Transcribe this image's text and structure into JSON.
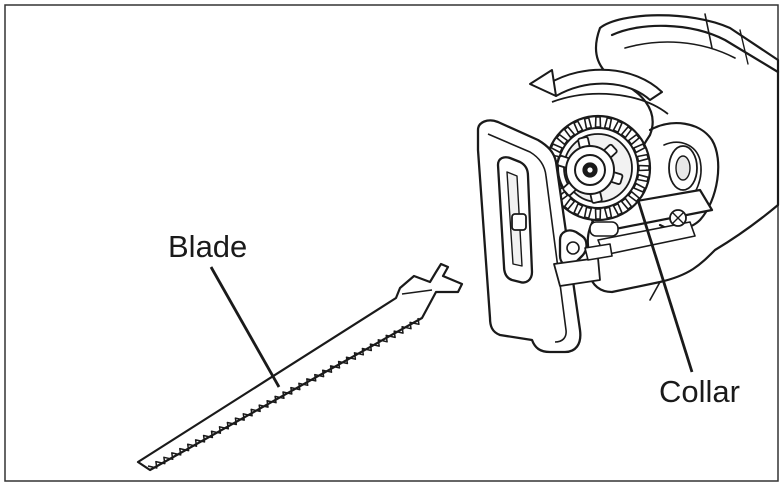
{
  "figure": {
    "labels": {
      "blade": "Blade",
      "collar": "Collar"
    },
    "parts": [
      "blade",
      "collar",
      "shoe",
      "saw-body",
      "rotation-arrow"
    ],
    "colors": {
      "line": "#1a1a1a",
      "background": "#ffffff",
      "shade": "#e8e8e8"
    }
  }
}
